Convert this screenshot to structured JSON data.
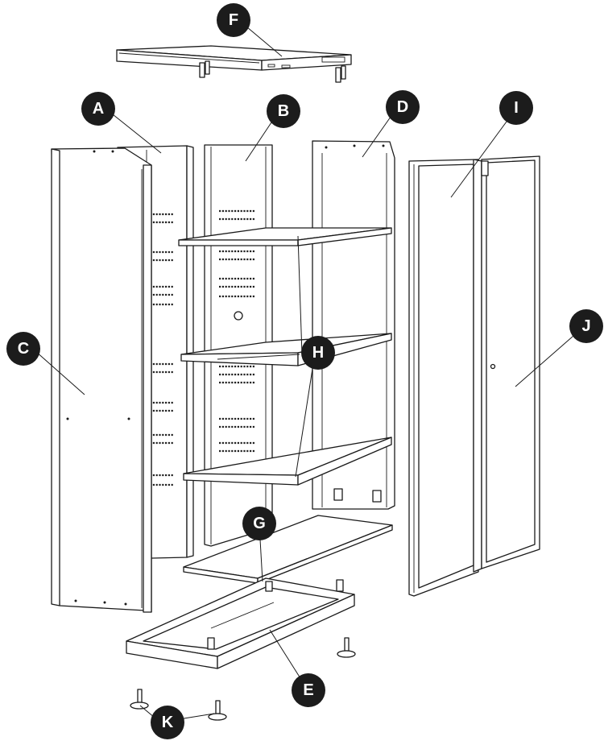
{
  "diagram": {
    "callouts": [
      {
        "id": "A",
        "label": "A"
      },
      {
        "id": "B",
        "label": "B"
      },
      {
        "id": "C",
        "label": "C"
      },
      {
        "id": "D",
        "label": "D"
      },
      {
        "id": "E",
        "label": "E"
      },
      {
        "id": "F",
        "label": "F"
      },
      {
        "id": "G",
        "label": "G"
      },
      {
        "id": "H",
        "label": "H"
      },
      {
        "id": "I",
        "label": "I"
      },
      {
        "id": "J",
        "label": "J"
      },
      {
        "id": "K",
        "label": "K"
      }
    ],
    "colors": {
      "line": "#1a1a1a",
      "callout_fill": "#1c1c1c",
      "callout_text": "#ffffff",
      "panel": "#ffffff"
    }
  }
}
